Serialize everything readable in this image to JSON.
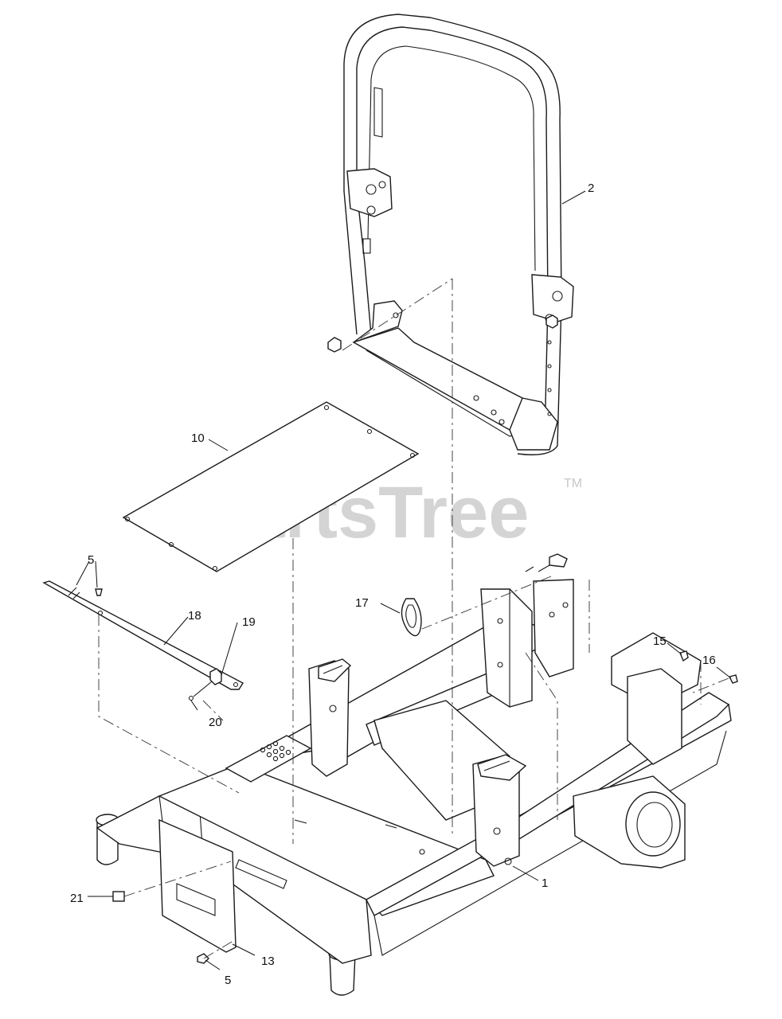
{
  "watermark": {
    "text": "PartsTree",
    "tm": "TM"
  },
  "callouts": [
    {
      "id": "c2",
      "label": "2"
    },
    {
      "id": "c10",
      "label": "10"
    },
    {
      "id": "c5a",
      "label": "5"
    },
    {
      "id": "c18",
      "label": "18"
    },
    {
      "id": "c19",
      "label": "19"
    },
    {
      "id": "c20",
      "label": "20"
    },
    {
      "id": "c17",
      "label": "17"
    },
    {
      "id": "c15",
      "label": "15"
    },
    {
      "id": "c16",
      "label": "16"
    },
    {
      "id": "c1",
      "label": "1"
    },
    {
      "id": "c21",
      "label": "21"
    },
    {
      "id": "c13",
      "label": "13"
    },
    {
      "id": "c5b",
      "label": "5"
    }
  ]
}
